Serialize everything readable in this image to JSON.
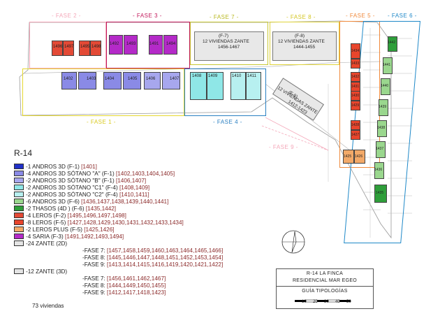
{
  "phases": {
    "fase2": "- FASE 2 -",
    "fase3": "- FASE 3 -",
    "fase7": "- FASE 7 -",
    "fase8": "- FASE 8 -",
    "fase5": "- FASE 5 -",
    "fase6": "- FASE 6 -",
    "fase1": "- FASE 1 -",
    "fase4": "- FASE 4 -",
    "fase9": "- FASE 9 -"
  },
  "colors": {
    "fase2": "#f4a7b9",
    "fase3": "#c2185b",
    "fase7": "#c8c832",
    "fase8": "#e0d43a",
    "fase5": "#f08a3c",
    "fase6": "#1e88c8",
    "fase1": "#e6d82e",
    "fase4": "#2a7fc1",
    "fase9": "#f4a7b9",
    "andros_3d": "#2030c8",
    "sotano_a": "#8a8ae6",
    "sotano_b": "#a7a7ee",
    "sotano_c1": "#8fe7e7",
    "sotano_c2": "#b7f0f0",
    "andros_6": "#9ad78e",
    "thasos": "#2e9e3a",
    "leros4": "#e34a36",
    "leros8": "#e8452c",
    "leros_plus": "#f3a968",
    "saria": "#b42ac8",
    "zante2d": "#e4e4e4",
    "zante3d": "#e4e4e4"
  },
  "lots": {
    "l1496": "1496",
    "l1497": "1497",
    "l1495": "1495",
    "l1498": "1498",
    "l1492": "1492",
    "l1493": "1493",
    "l1491": "1491",
    "l1494": "1494",
    "l1402": "1402",
    "l1403": "1403",
    "l1404": "1404",
    "l1405": "1405",
    "l1406": "1406",
    "l1407": "1407",
    "l1408": "1408",
    "l1409": "1409",
    "l1410": "1410",
    "l1411": "1411",
    "l1434": "1434",
    "l1433": "1433",
    "l1432": "1432",
    "l1431": "1431",
    "l1430": "1430",
    "l1429": "1429",
    "l1428": "1428",
    "l1427": "1427",
    "l1425": "1425",
    "l1426": "1426",
    "l1442": "1442",
    "l1441": "1441",
    "l1440": "1440",
    "l1439": "1439",
    "l1438": "1438",
    "l1437": "1437",
    "l1436": "1436",
    "l1435": "1435"
  },
  "zante_blocks": {
    "f7_title": "(F-7)",
    "f7_sub": "12 VIVIENDAS ZANTE",
    "f7_range": "1456-1467",
    "f8_title": "(F-8)",
    "f8_sub": "12 VIVIENDAS ZANTE",
    "f8_range": "1444-1455",
    "f9_title": "(F-9)",
    "f9_sub": "12 VIVIENDAS ZANTE",
    "f9_range": "1412-1423"
  },
  "legend": {
    "heading": "R-14",
    "rows": [
      {
        "label": "-1 ANDROS 3D (F-1)",
        "nums": "[1401]"
      },
      {
        "label": "-4 ANDROS 3D SÓTANO \"A\" (F-1)",
        "nums": "[1402,1403,1404,1405]"
      },
      {
        "label": "-2 ANDROS 3D SÓTANO \"B\" (F-1)",
        "nums": "[1406,1407]"
      },
      {
        "label": "-2 ANDROS 3D SÓTANO \"C1\" (F-4)",
        "nums": "[1408,1409]"
      },
      {
        "label": "-2 ANDROS 3D SÓTANO \"C2\" (F-4)",
        "nums": "[1410,1411]"
      },
      {
        "label": "-6 ANDROS 3D (F-6)",
        "nums": "[1436,1437,1438,1439,1440,1441]"
      },
      {
        "label": "-2 THASOS (4D ) (F-6)",
        "nums": "[1435,1442]"
      },
      {
        "label": "-4 LEROS (F-2)",
        "nums": "[1495,1496,1497,1498]"
      },
      {
        "label": "-8 LEROS (F-5)",
        "nums": "[1427,1428,1429,1430,1431,1432,1433,1434]"
      },
      {
        "label": "-2 LEROS PLUS (F-5)",
        "nums": "[1425,1426]"
      },
      {
        "label": "-4 SARIA (F-3)",
        "nums": "[1491,1492,1493,1494]"
      },
      {
        "label": "-24 ZANTE (2D)",
        "nums": ""
      },
      {
        "label": "-12 ZANTE (3D)",
        "nums": ""
      }
    ],
    "zante2d_subs": [
      {
        "label": "-FASE 7:",
        "nums": "[1457,1458,1459,1460,1463,1464,1465,1466]"
      },
      {
        "label": "-FASE 8:",
        "nums": "[1445,1446,1447,1448,1451,1452,1453,1454]"
      },
      {
        "label": "-FASE 9:",
        "nums": "[1413,1414,1415,1416,1419,1420,1421,1422]"
      }
    ],
    "zante3d_subs": [
      {
        "label": "-FASE 7:",
        "nums": "[1456,1461,1462,1467]"
      },
      {
        "label": "-FASE 8:",
        "nums": "[1444,1449,1450,1455]"
      },
      {
        "label": "-FASE 9:",
        "nums": "[1412,1417,1418,1423]"
      }
    ],
    "total": "73 viviendas"
  },
  "title_block": {
    "line1": "R-14 LA FINCA",
    "line2": "RESIDENCIAL MAR EGEO",
    "line3": "GUÍA TIPOLOGÍAS",
    "scale_ticks": [
      "10",
      "20",
      "30",
      "40",
      "50"
    ]
  },
  "icons": {
    "north": "north-arrow-icon"
  }
}
